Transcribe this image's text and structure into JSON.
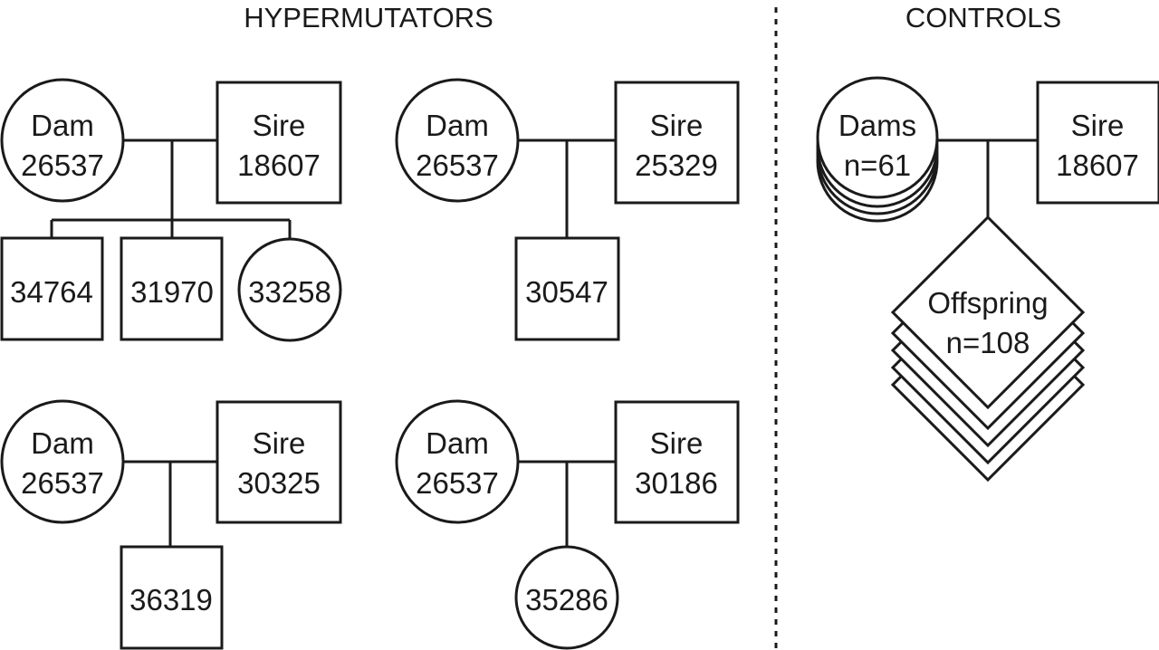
{
  "headers": {
    "left": "HYPERMUTATORS",
    "right": "CONTROLS"
  },
  "families": [
    {
      "dam": {
        "role": "Dam",
        "id": "26537"
      },
      "sire": {
        "role": "Sire",
        "id": "18607"
      },
      "offspring": [
        {
          "id": "34764",
          "sex": "male"
        },
        {
          "id": "31970",
          "sex": "male"
        },
        {
          "id": "33258",
          "sex": "female"
        }
      ]
    },
    {
      "dam": {
        "role": "Dam",
        "id": "26537"
      },
      "sire": {
        "role": "Sire",
        "id": "25329"
      },
      "offspring": [
        {
          "id": "30547",
          "sex": "male"
        }
      ]
    },
    {
      "dam": {
        "role": "Dam",
        "id": "26537"
      },
      "sire": {
        "role": "Sire",
        "id": "30325"
      },
      "offspring": [
        {
          "id": "36319",
          "sex": "male"
        }
      ]
    },
    {
      "dam": {
        "role": "Dam",
        "id": "26537"
      },
      "sire": {
        "role": "Sire",
        "id": "30186"
      },
      "offspring": [
        {
          "id": "35286",
          "sex": "female"
        }
      ]
    }
  ],
  "controls": {
    "dams": {
      "role": "Dams",
      "count": "n=61"
    },
    "sire": {
      "role": "Sire",
      "id": "18607"
    },
    "offspring": {
      "role": "Offspring",
      "count": "n=108"
    }
  }
}
